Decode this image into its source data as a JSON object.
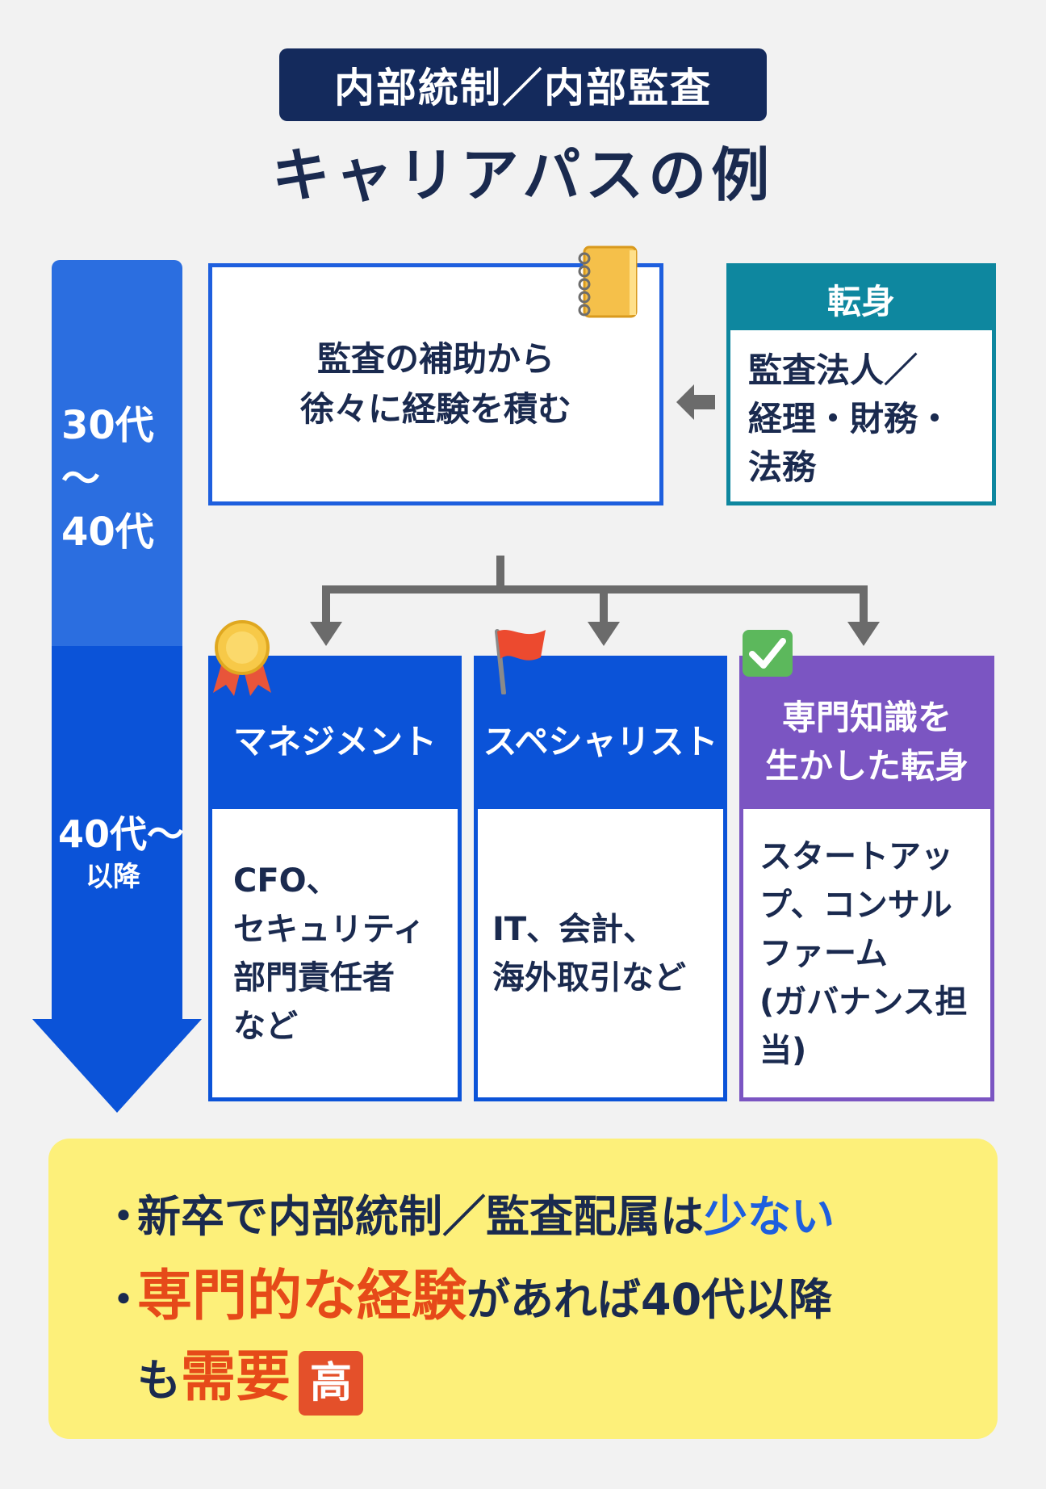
{
  "header": {
    "badge": "内部統制／内部監査",
    "title": "キャリアパスの例"
  },
  "timeline": {
    "period_1": [
      "30代～",
      "40代"
    ],
    "period_2": [
      "40代～",
      "以降"
    ]
  },
  "top_box": {
    "lines": [
      "監査の補助から",
      "徐々に経験を積む"
    ]
  },
  "transfer": {
    "title": "転身",
    "lines": [
      "監査法人／",
      "経理・財務・",
      "法務"
    ]
  },
  "cards": [
    {
      "title": [
        "マネジメント"
      ],
      "body": [
        "CFO、",
        "セキュリティ",
        "部門責任者",
        "など"
      ]
    },
    {
      "title": [
        "スペシャリスト"
      ],
      "body": [
        "IT、会計、",
        "海外取引など"
      ]
    },
    {
      "title": [
        "専門知識を",
        "生かした転身"
      ],
      "body": [
        "スタートアッ",
        "プ、コンサル",
        "ファーム",
        "(ガバナンス担",
        "当)"
      ]
    }
  ],
  "summary": {
    "bullet": "・",
    "line1_text": "新卒で内部統制／監査配属は",
    "line1_highlight": "少ない",
    "line2_highlight": "専門的な経験",
    "line2_text": "があれば40代以降",
    "line3_text": "も",
    "line3_highlight": "需要",
    "line3_badge": "高"
  },
  "colors": {
    "navy": "#142a5c",
    "blue": "#1e5fde",
    "teal": "#0e879f",
    "purple": "#7b55c2",
    "yellow": "#fdf07a",
    "orange": "#e64a19",
    "arrow_gray": "#6b6b6b"
  },
  "icons": [
    "notebook-icon",
    "medal-icon",
    "flag-icon",
    "check-icon",
    "arrow-left-icon",
    "arrow-down-icon"
  ]
}
